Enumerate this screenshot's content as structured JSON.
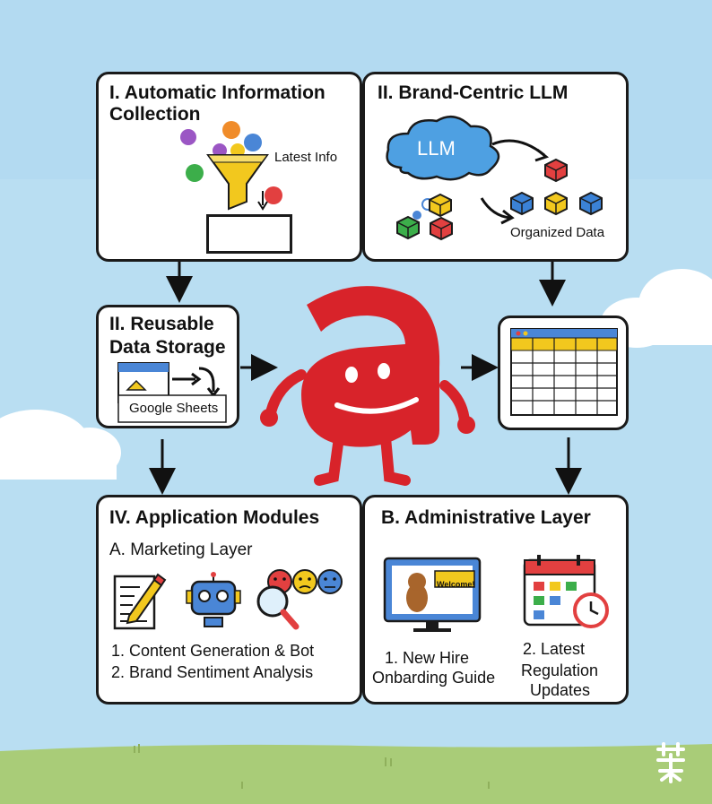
{
  "top_left": {
    "title_line1": "I. Automatic Information",
    "title_line2": "Collection",
    "latest_info": "Latest Info"
  },
  "top_right": {
    "title": "II. Brand-Centric LLM",
    "cloud_label": "LLM",
    "organized_data": "Organized Data"
  },
  "storage": {
    "title_line1": "II. Reusable",
    "title_line2": "Data Storage",
    "sheet_label": "Google Sheets"
  },
  "bottom_left": {
    "title": "IV. Application Modules",
    "subtitle": "A. Marketing Layer",
    "item1": "1. Content  Generation & Bot",
    "item2": "2. Brand Sentiment Analysis"
  },
  "bottom_right": {
    "title": "B. Administrative Layer",
    "welcome": "Welcome!",
    "item1_line1": "1. New Hire",
    "item1_line2": "Onbarding Guide",
    "item2_line1": "2. Latest",
    "item2_line2": "Regulation",
    "item2_line3": "Updates"
  },
  "colors": {
    "sky": "#b9def2",
    "grass": "#a9cc78",
    "mascot_red": "#d8232a",
    "border": "#1a1a1a",
    "llm_cloud": "#4ea0e2",
    "sheet_header": "#f2c81e"
  }
}
